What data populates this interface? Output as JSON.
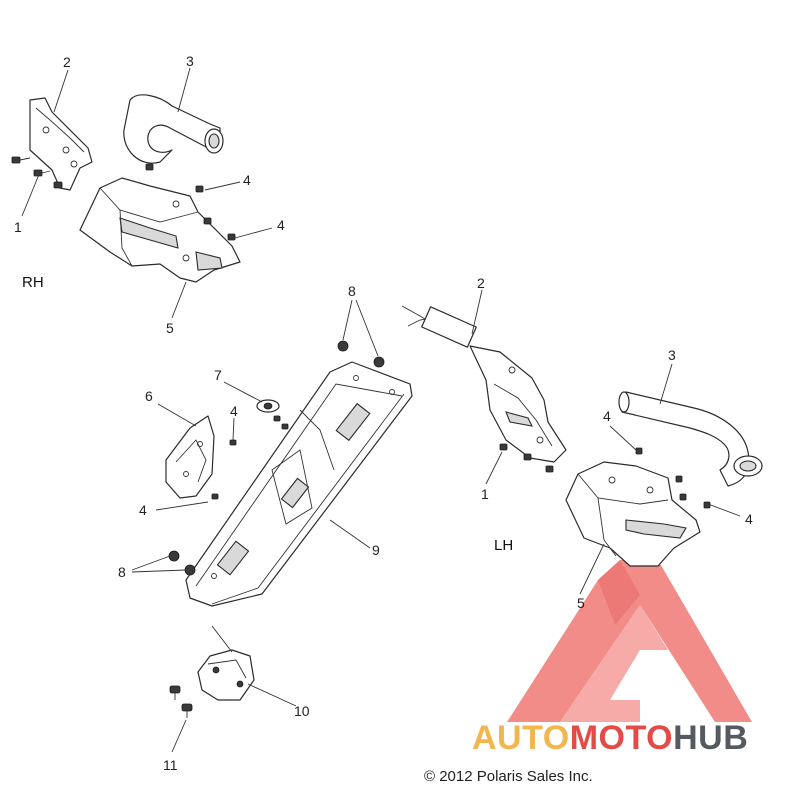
{
  "side_labels": {
    "right_hand": "RH",
    "left_hand": "LH"
  },
  "callouts": {
    "rh_1": "1",
    "rh_2": "2",
    "rh_3": "3",
    "rh_4a": "4",
    "rh_4b": "4",
    "rh_5": "5",
    "lh_1": "1",
    "lh_2": "2",
    "lh_3": "3",
    "lh_4a": "4",
    "lh_4b": "4",
    "lh_5": "5",
    "c_4a": "4",
    "c_4b": "4",
    "c_6": "6",
    "c_7": "7",
    "c_8a": "8",
    "c_8b": "8",
    "c_9": "9",
    "c_10": "10",
    "c_11": "11"
  },
  "watermark": {
    "part1": "AUTO",
    "part2": "MOTO",
    "part3": "HUB"
  },
  "copyright": "© 2012 Polaris Sales Inc.",
  "colors": {
    "watermark_red": "#e44b46",
    "watermark_yellow": "#f3b64d",
    "watermark_gray": "#555a60"
  }
}
